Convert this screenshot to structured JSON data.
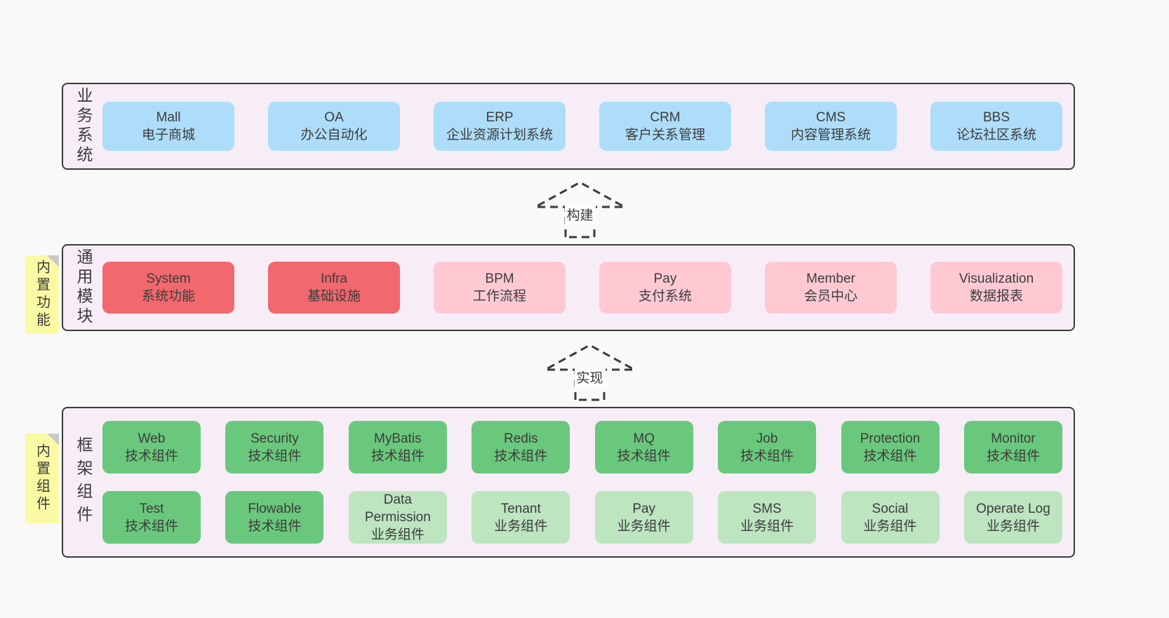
{
  "page": {
    "background": "#f9f9f9",
    "text_color": "#3c3c3c"
  },
  "colors": {
    "panel_bg": "#f7edf6",
    "panel_border": "#3a3a3a",
    "blue_box": "#aeddfa",
    "red_box": "#f1686e",
    "pink_box": "#ffc9d2",
    "green_box": "#6ac87c",
    "light_green_box": "#bce5c0",
    "sticky_yellow": "#fbfaa4",
    "sticky_fold_gray": "#c9c9c9"
  },
  "sections": {
    "business": {
      "label": "业务系统",
      "boxes": [
        {
          "en": "Mall",
          "zh": "电子商城"
        },
        {
          "en": "OA",
          "zh": "办公自动化"
        },
        {
          "en": "ERP",
          "zh": "企业资源计划系统"
        },
        {
          "en": "CRM",
          "zh": "客户关系管理"
        },
        {
          "en": "CMS",
          "zh": "内容管理系统"
        },
        {
          "en": "BBS",
          "zh": "论坛社区系统"
        }
      ]
    },
    "modules": {
      "label": "通用模块",
      "boxes": [
        {
          "en": "System",
          "zh": "系统功能",
          "color": "red"
        },
        {
          "en": "Infra",
          "zh": "基础设施",
          "color": "red"
        },
        {
          "en": "BPM",
          "zh": "工作流程",
          "color": "pink"
        },
        {
          "en": "Pay",
          "zh": "支付系统",
          "color": "pink"
        },
        {
          "en": "Member",
          "zh": "会员中心",
          "color": "pink"
        },
        {
          "en": "Visualization",
          "zh": "数据报表",
          "color": "pink"
        }
      ]
    },
    "components": {
      "label": "框架组件",
      "row1": [
        {
          "en": "Web",
          "zh": "技术组件",
          "color": "green"
        },
        {
          "en": "Security",
          "zh": "技术组件",
          "color": "green"
        },
        {
          "en": "MyBatis",
          "zh": "技术组件",
          "color": "green"
        },
        {
          "en": "Redis",
          "zh": "技术组件",
          "color": "green"
        },
        {
          "en": "MQ",
          "zh": "技术组件",
          "color": "green"
        },
        {
          "en": "Job",
          "zh": "技术组件",
          "color": "green"
        },
        {
          "en": "Protection",
          "zh": "技术组件",
          "color": "green"
        },
        {
          "en": "Monitor",
          "zh": "技术组件",
          "color": "green"
        }
      ],
      "row2": [
        {
          "en": "Test",
          "zh": "技术组件",
          "color": "green"
        },
        {
          "en": "Flowable",
          "zh": "技术组件",
          "color": "green"
        },
        {
          "en": "Data Permission",
          "zh": "业务组件",
          "color": "light_green"
        },
        {
          "en": "Tenant",
          "zh": "业务组件",
          "color": "light_green"
        },
        {
          "en": "Pay",
          "zh": "业务组件",
          "color": "light_green"
        },
        {
          "en": "SMS",
          "zh": "业务组件",
          "color": "light_green"
        },
        {
          "en": "Social",
          "zh": "业务组件",
          "color": "light_green"
        },
        {
          "en": "Operate Log",
          "zh": "业务组件",
          "color": "light_green"
        }
      ]
    }
  },
  "arrows": {
    "build": "构建",
    "implement": "实现"
  },
  "stickies": {
    "functions": "内置功能",
    "components": "内置组件"
  }
}
